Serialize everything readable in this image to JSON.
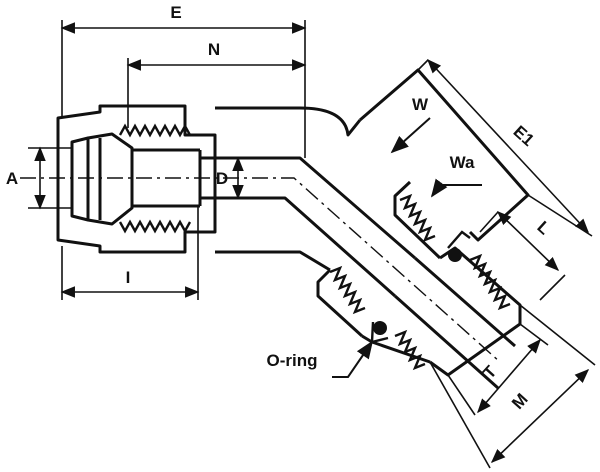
{
  "labels": {
    "E": "E",
    "N": "N",
    "A": "A",
    "D": "D",
    "I": "I",
    "W": "W",
    "Wa": "Wa",
    "E1": "E1",
    "L": "L",
    "T": "T",
    "M": "M",
    "O_ring": "O-ring"
  },
  "colors": {
    "line": "#111111",
    "background": "#ffffff"
  }
}
